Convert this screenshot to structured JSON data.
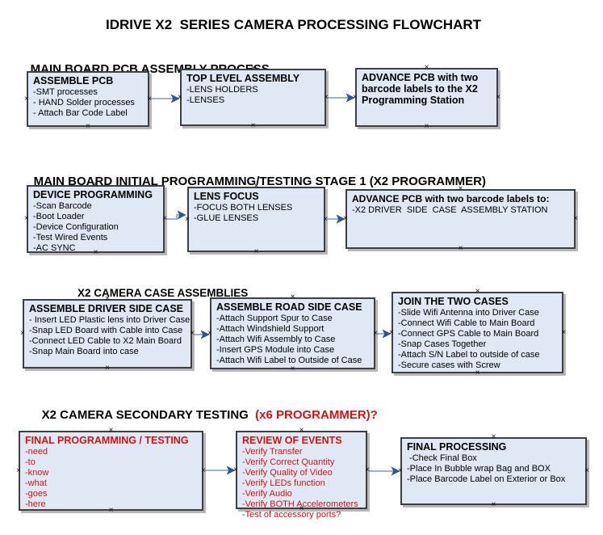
{
  "title": "IDRIVE X2  SERIES CAMERA PROCESSING FLOWCHART",
  "colors": {
    "box_fill": "#dfe8f4",
    "box_border": "#3f3f3f",
    "arrow_line": "#7b98c4",
    "arrow_head": "#2f5496",
    "red_text": "#cc1414"
  },
  "icons": {
    "anchor_glyph": "×"
  },
  "sections": [
    {
      "heading": "MAIN BOARD PCB ASSEMBLY PROCESS",
      "boxes": [
        {
          "title": "ASSEMBLE PCB",
          "items": [
            "-SMT processes",
            "- HAND Solder processes",
            "- Attach Bar Code Label"
          ]
        },
        {
          "title": "TOP LEVEL ASSEMBLY",
          "items": [
            "-LENS HOLDERS",
            "-LENSES"
          ]
        },
        {
          "title": "ADVANCE PCB with two barcode labels to the X2 Programming Station",
          "items": []
        }
      ]
    },
    {
      "heading": "MAIN BOARD INITIAL PROGRAMMING/TESTING STAGE 1 (X2 PROGRAMMER)",
      "boxes": [
        {
          "title": "DEVICE PROGRAMMING",
          "items": [
            "-Scan Barcode",
            "-Boot Loader",
            "-Device Configuration",
            "-Test Wired Events",
            "-AC SYNC"
          ]
        },
        {
          "title": "LENS FOCUS",
          "items": [
            "-FOCUS BOTH LENSES",
            "-GLUE LENSES"
          ]
        },
        {
          "title": "ADVANCE PCB with two barcode labels to:",
          "items": [
            "-X2 DRIVER  SIDE  CASE  ASSEMBLY STATION"
          ]
        }
      ]
    },
    {
      "heading": "X2 CAMERA CASE ASSEMBLIES",
      "boxes": [
        {
          "title": "ASSEMBLE DRIVER SIDE CASE",
          "items": [
            "- Insert LED Plastic lens into Driver Case",
            "-Snap LED Board with Cable into Case",
            "-Connect LED Cable to X2 Main Board",
            "-Snap Main Board into case"
          ]
        },
        {
          "title": "ASSEMBLE ROAD SIDE CASE",
          "items": [
            "-Attach Support Spur to Case",
            "-Attach Windshield Support",
            "-Attach Wifi Assembly to Case",
            "-Insert GPS Module into Case",
            "-Attach Wifi Label to Outside of Case"
          ]
        },
        {
          "title": "JOIN THE TWO CASES",
          "items": [
            "-Slide Wifi Antenna into Driver Case",
            "-Connect Wifi Cable to Main Board",
            "-Connect GPS Cable to Main Board",
            "-Snap Cases Together",
            "-Attach S/N Label to outside of case",
            "-Secure cases with Screw"
          ]
        }
      ]
    },
    {
      "heading": "X2 CAMERA SECONDARY TESTING",
      "heading_highlight": "  (x6 PROGRAMMER)?",
      "boxes": [
        {
          "title": "FINAL PROGRAMMING / TESTING",
          "items": [
            "-need",
            "-to",
            "-know",
            "-what",
            "-goes",
            "-here"
          ]
        },
        {
          "title": "REVIEW OF EVENTS",
          "items": [
            "-Verify Transfer",
            "-Verify Correct Quantity",
            "-Verify Quality of Video",
            "-Verify LEDs function",
            "-Verify Audio",
            "-Verify BOTH Accelerometers",
            "-Test of accessory ports?"
          ]
        },
        {
          "title": "FINAL PROCESSING",
          "items": [
            " -Check Final Box",
            "-Place In Bubble wrap Bag and BOX",
            "-Place Barcode Label on Exterior or Box"
          ]
        }
      ]
    }
  ]
}
